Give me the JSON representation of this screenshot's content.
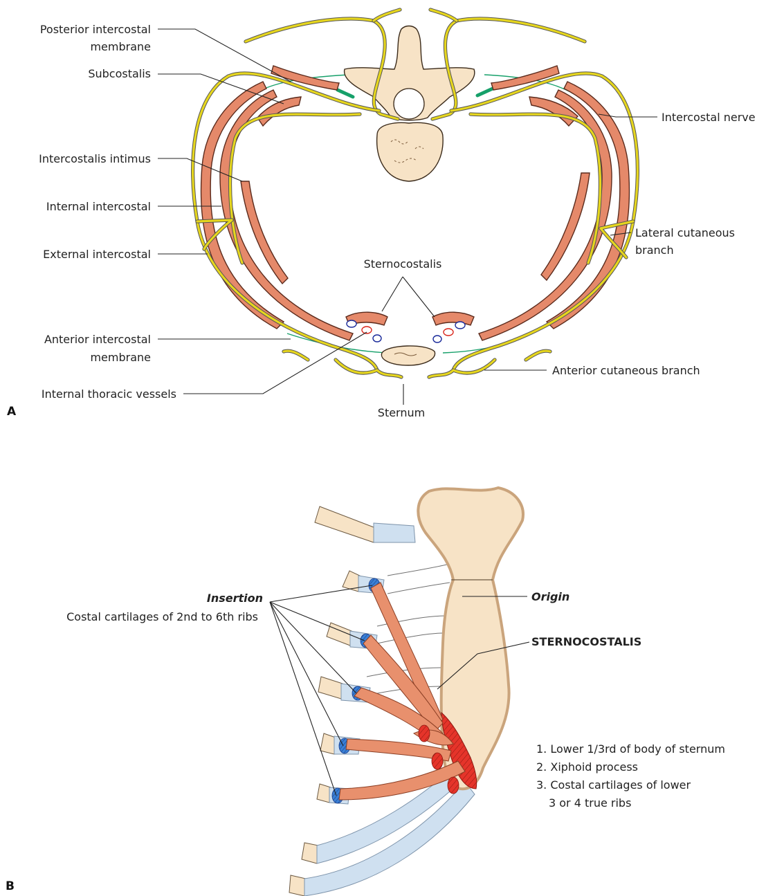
{
  "panel_a": {
    "tag": "A",
    "labels": {
      "posterior_intercostal_membrane_1": "Posterior intercostal",
      "posterior_intercostal_membrane_2": "membrane",
      "subcostalis": "Subcostalis",
      "intercostalis_intimus": "Intercostalis intimus",
      "internal_intercostal": "Internal intercostal",
      "external_intercostal": "External intercostal",
      "anterior_intercostal_membrane_1": "Anterior intercostal",
      "anterior_intercostal_membrane_2": "membrane",
      "internal_thoracic_vessels": "Internal thoracic vessels",
      "sternocostalis": "Sternocostalis",
      "sternum": "Sternum",
      "intercostal_nerve": "Intercostal nerve",
      "lateral_cutaneous_branch_1": "Lateral cutaneous",
      "lateral_cutaneous_branch_2": "branch",
      "anterior_cutaneous_branch": "Anterior cutaneous branch"
    }
  },
  "panel_b": {
    "tag": "B",
    "insertion_title": "Insertion",
    "insertion_text": "Costal cartilages of 2nd to 6th ribs",
    "muscle_name": "STERNOCOSTALIS",
    "origin_title": "Origin",
    "origin_items": [
      "1. Lower 1/3rd of body of sternum",
      "2. Xiphoid process",
      "3. Costal cartilages of lower",
      "3 or 4 true ribs"
    ]
  },
  "colors": {
    "nerve": "#e6d61e",
    "muscle": "#e5896a",
    "bone": "#f7e3c6",
    "cartilage": "#cfe0f0",
    "membrane": "#16a06a",
    "origin_red": "#e5342a"
  }
}
